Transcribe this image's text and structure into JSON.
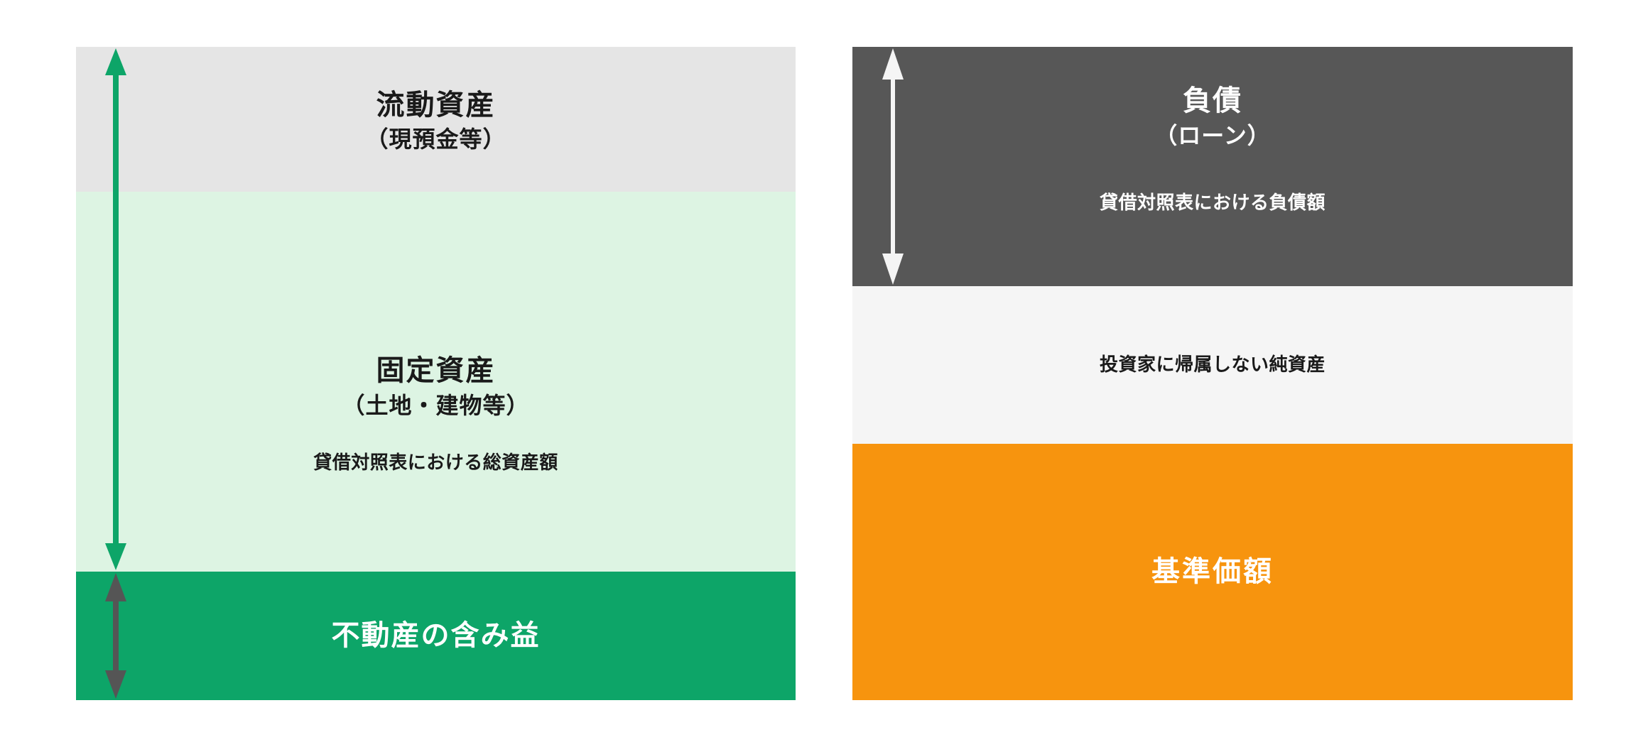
{
  "diagram": {
    "type": "stacked-bar-comparison",
    "background_color": "#ffffff",
    "left_panel": {
      "name": "assets-side",
      "bands": [
        {
          "key": "current_assets",
          "title": "流動資産",
          "subtitle": "（現預金等）",
          "note": "",
          "fill": "#e5e5e5",
          "text_color": "#1a1a1a"
        },
        {
          "key": "fixed_assets",
          "title": "固定資産",
          "subtitle": "（土地・建物等）",
          "note": "貸借対照表における総資産額",
          "fill": "#ddf4e3",
          "text_color": "#1a1a1a"
        },
        {
          "key": "unrealized_gain",
          "title": "不動産の含み益",
          "subtitle": "",
          "note": "",
          "fill": "#0da568",
          "text_color": "#ffffff"
        }
      ],
      "arrows": [
        {
          "key": "total_assets_span",
          "label": "貸借対照表における総資産額",
          "color": "#0da568",
          "heads": "double",
          "spans": "流動資産＋固定資産"
        },
        {
          "key": "unrealized_gain_span",
          "label": "不動産の含み益",
          "color": "#555555",
          "heads": "double",
          "spans": "不動産の含み益"
        }
      ]
    },
    "right_panel": {
      "name": "liabilities-and-nav-side",
      "bands": [
        {
          "key": "liabilities",
          "title": "負債",
          "subtitle": "（ローン）",
          "note": "貸借対照表における負債額",
          "fill": "#575757",
          "text_color": "#ffffff"
        },
        {
          "key": "non_investor_net_assets",
          "title": "",
          "subtitle": "",
          "note": "投資家に帰属しない純資産",
          "fill": "#f5f5f5",
          "text_color": "#1a1a1a"
        },
        {
          "key": "net_asset_value",
          "title": "基準価額",
          "subtitle": "",
          "note": "",
          "fill": "#f7940e",
          "text_color": "#ffffff"
        }
      ],
      "arrows": [
        {
          "key": "liabilities_span",
          "label": "貸借対照表における負債額",
          "color": "#f5f5f5",
          "heads": "double",
          "spans": "負債"
        }
      ]
    },
    "colors": {
      "light_gray": "#e5e5e5",
      "pale_green": "#ddf4e3",
      "green": "#0da568",
      "dark_gray": "#575757",
      "off_white": "#f5f5f5",
      "orange": "#f7940e",
      "arrow_gray": "#555555",
      "text_dark": "#1a1a1a",
      "text_light": "#ffffff"
    }
  }
}
